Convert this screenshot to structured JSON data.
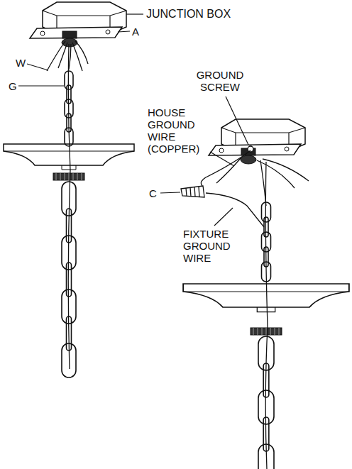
{
  "diagram": {
    "labels": [
      "JUNCTION BOX",
      "A",
      "W",
      "G",
      "GROUND SCREW",
      "HOUSE GROUND WIRE (COPPER)",
      "C",
      "FIXTURE GROUND WIRE"
    ]
  }
}
